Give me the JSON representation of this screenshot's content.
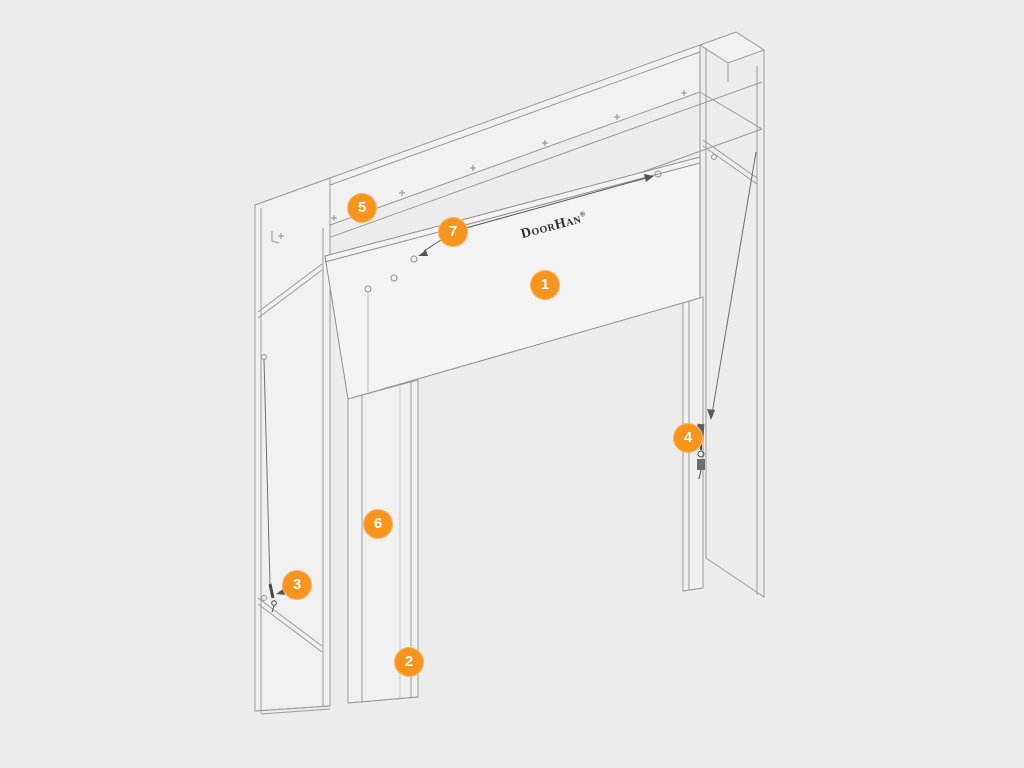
{
  "page": {
    "background_color": "#ececec",
    "accent_color": "#F7941E",
    "line_color": "#9a9a9a"
  },
  "diagram": {
    "brand": {
      "logo_text": "DoorHan",
      "registered_mark": "®"
    },
    "callouts": [
      {
        "label": "1"
      },
      {
        "label": "2"
      },
      {
        "label": "3"
      },
      {
        "label": "4"
      },
      {
        "label": "5"
      },
      {
        "label": "6"
      },
      {
        "label": "7"
      }
    ]
  }
}
